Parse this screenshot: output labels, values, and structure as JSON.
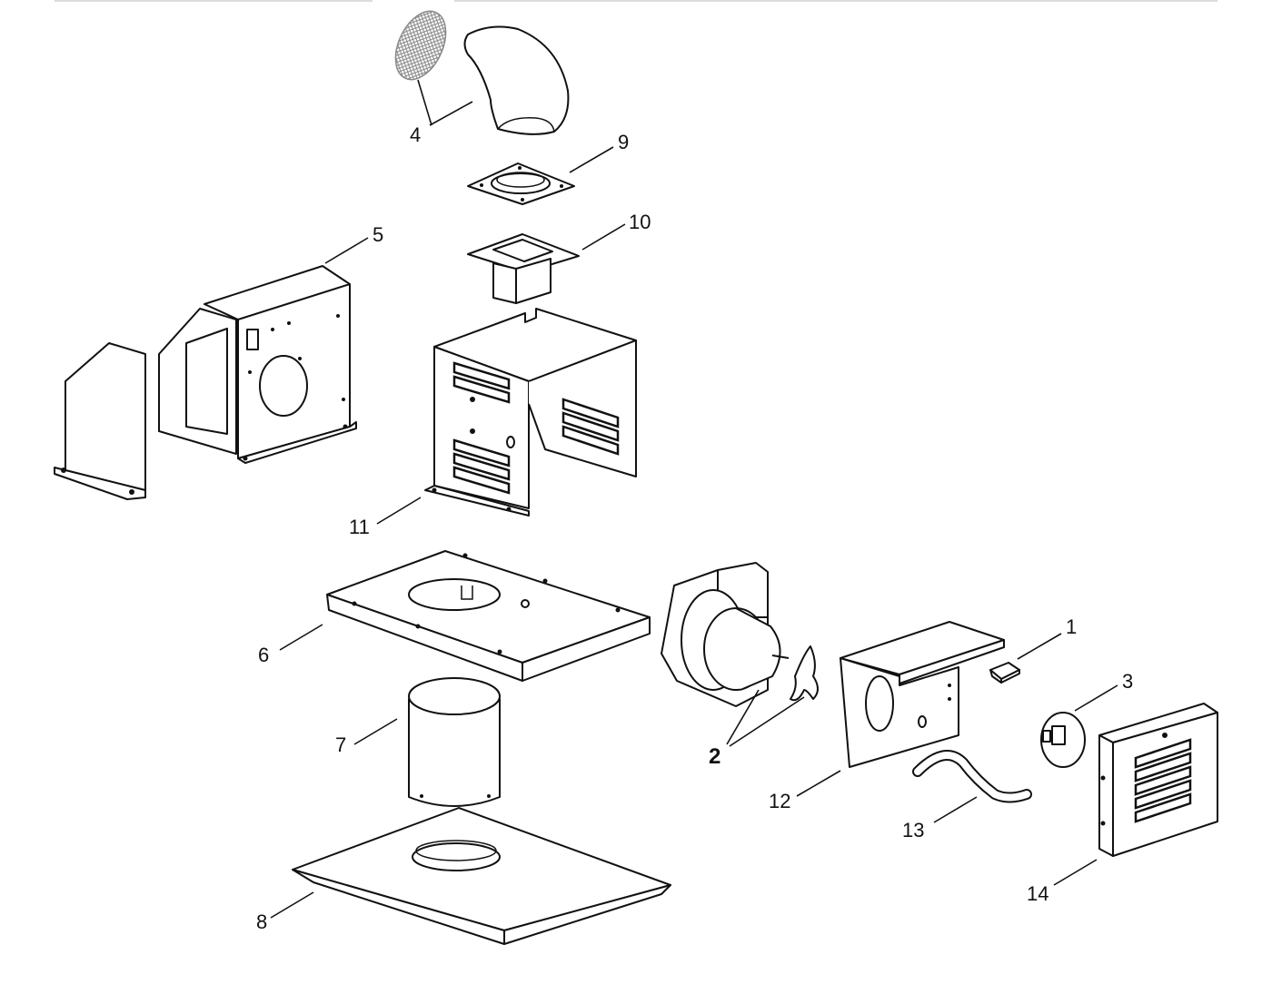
{
  "callouts": [
    {
      "id": "1",
      "text": "1"
    },
    {
      "id": "2",
      "text": "2"
    },
    {
      "id": "3",
      "text": "3"
    },
    {
      "id": "4",
      "text": "4"
    },
    {
      "id": "5",
      "text": "5"
    },
    {
      "id": "6",
      "text": "6"
    },
    {
      "id": "7",
      "text": "7"
    },
    {
      "id": "8",
      "text": "8"
    },
    {
      "id": "9",
      "text": "9"
    },
    {
      "id": "10",
      "text": "10"
    },
    {
      "id": "11",
      "text": "11"
    },
    {
      "id": "12",
      "text": "12"
    },
    {
      "id": "13",
      "text": "13"
    },
    {
      "id": "14",
      "text": "14"
    }
  ],
  "colors": {
    "line": "#111111",
    "background": "#ffffff",
    "mesh": "#888888"
  }
}
